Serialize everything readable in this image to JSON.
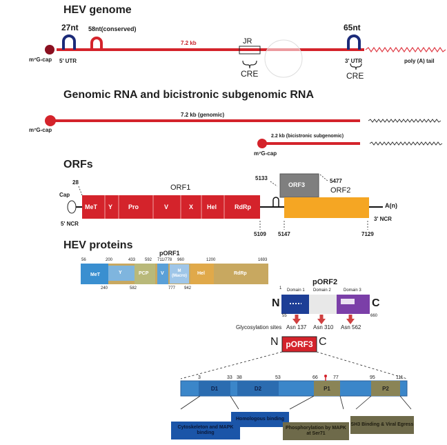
{
  "colors": {
    "rna": "#d4232b",
    "loop": "#1b2a78",
    "tail": "#e0404a",
    "orf2": "#f5a623",
    "orf3": "#7f7f7f",
    "p2_blue": "#1d3e96",
    "p2_purple": "#7b3fa8",
    "orf3_region": "#3b86c9",
    "dom_blue": "#1b55a8",
    "dom_olive": "#6e6a4a"
  },
  "sec1": {
    "title": "HEV genome",
    "n27": "27nt",
    "n58": "58nt(conserved)",
    "len": "7.2 kb",
    "jr": "JR",
    "cre1": "CRE",
    "cap": "m⁷G-cap",
    "utr5": "5' UTR",
    "n65": "65nt",
    "utr3": "3' UTR",
    "cre2": "CRE",
    "polya": "poly (A) tail"
  },
  "sec2": {
    "title": "Genomic RNA and  bicistronic subgenomic RNA",
    "genomic": "7.2 kb (genomic)",
    "cap1": "m⁷G-cap",
    "sub": "2.2 kb (bicistronic subgenomic)",
    "cap2": "m⁷G-cap"
  },
  "sec3": {
    "title": "ORFs",
    "cap": "Cap",
    "n28": "28",
    "ncr5": "5' NCR",
    "orf1": "ORF1",
    "domains": [
      "MeT",
      "Y",
      "Pro",
      "V",
      "X",
      "Hel",
      "RdRp"
    ],
    "n5133": "5133",
    "orf3": "ORF3",
    "n5477": "5477",
    "orf2": "ORF2",
    "an": "A(n)",
    "ncr3": "3' NCR",
    "n5109": "5109",
    "n5147": "5147",
    "n7129": "7129"
  },
  "sec4": {
    "title": "HEV proteins",
    "porf1": "pORF1",
    "top_nums": [
      "56",
      "200",
      "433",
      "592",
      "711/778",
      "960",
      "1200",
      "1693"
    ],
    "bottom_nums": [
      "240",
      "582",
      "777",
      "942"
    ],
    "segments": [
      "MeT",
      "Y",
      "PCP",
      "V",
      "M\n(Macro)",
      "Hel",
      "RdRp"
    ]
  },
  "porf2": {
    "title": "pORF2",
    "d1": "Domain 1",
    "d2": "Domain 2",
    "d3": "Domain 3",
    "n": "N",
    "c": "C",
    "n1": "1",
    "n55": "55",
    "n660": "660",
    "gly": "Glycosylation sites",
    "asn1": "Asn 137",
    "asn2": "Asn 310",
    "asn3": "Asn 562"
  },
  "porf3": {
    "n": "N",
    "label": "pORF3",
    "c": "C",
    "nums": [
      "3",
      "33",
      "38",
      "53",
      "66",
      "77",
      "95",
      "111"
    ],
    "labels": [
      "D1",
      "D2",
      "P1",
      "P2"
    ],
    "ann1": "Cytoskeleton and MAPK binding",
    "ann2": "Homologous binding",
    "ann3": "Phosphorylation by MAPK at Ser71",
    "ann4": "SH3 Binding & Viral Egress"
  }
}
